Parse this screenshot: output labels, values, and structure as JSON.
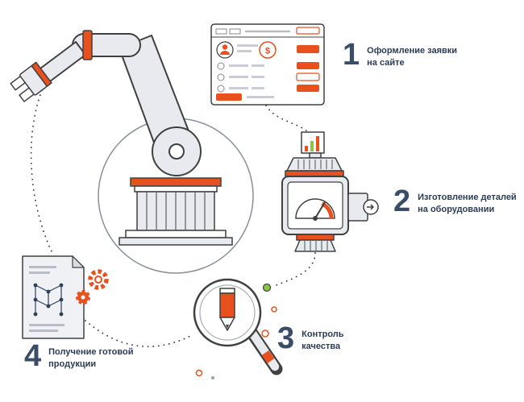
{
  "steps": [
    {
      "number": "1",
      "line1": "Оформление заявки",
      "line2": "на сайте"
    },
    {
      "number": "2",
      "line1": "Изготовление деталей",
      "line2": "на оборудовании"
    },
    {
      "number": "3",
      "line1": "Контроль",
      "line2": "качества"
    },
    {
      "number": "4",
      "line1": "Получение готовой",
      "line2": "продукции"
    }
  ],
  "browser": {
    "coin_symbol": "$"
  },
  "icons": [
    "robot-arm-icon",
    "order-form-window-icon",
    "machine-gauge-icon",
    "document-gears-icon",
    "magnifier-pencil-icon",
    "factory-building-icon"
  ],
  "colors": {
    "accent": "#e8501e",
    "navy": "#2b3c55",
    "outline": "#404040",
    "light_gray": "#e9eaf0",
    "green": "#8cc63f"
  }
}
